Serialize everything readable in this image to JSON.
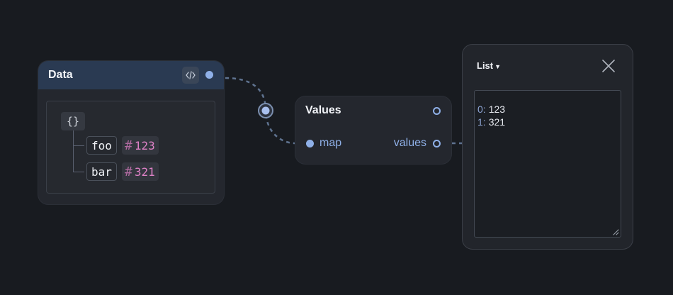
{
  "data_node": {
    "title": "Data",
    "root_tag": "{}",
    "entries": [
      {
        "key": "foo",
        "hash": "#",
        "value": "123"
      },
      {
        "key": "bar",
        "hash": "#",
        "value": "321"
      }
    ]
  },
  "values_node": {
    "title": "Values",
    "input_label": "map",
    "output_label": "values"
  },
  "list_node": {
    "selected_view": "List",
    "items": [
      {
        "index": "0:",
        "value": "123"
      },
      {
        "index": "1:",
        "value": "321"
      }
    ]
  },
  "colors": {
    "background": "#181b20",
    "node": "#24272e",
    "data_header": "#2a3a52",
    "port": "#8fb0e8",
    "wire": "#5f7390",
    "number": "#e082c8"
  },
  "icons": {
    "code": "code-brackets-icon",
    "close": "close-x-icon",
    "caret": "caret-down-icon",
    "resize": "resize-grip-icon"
  }
}
